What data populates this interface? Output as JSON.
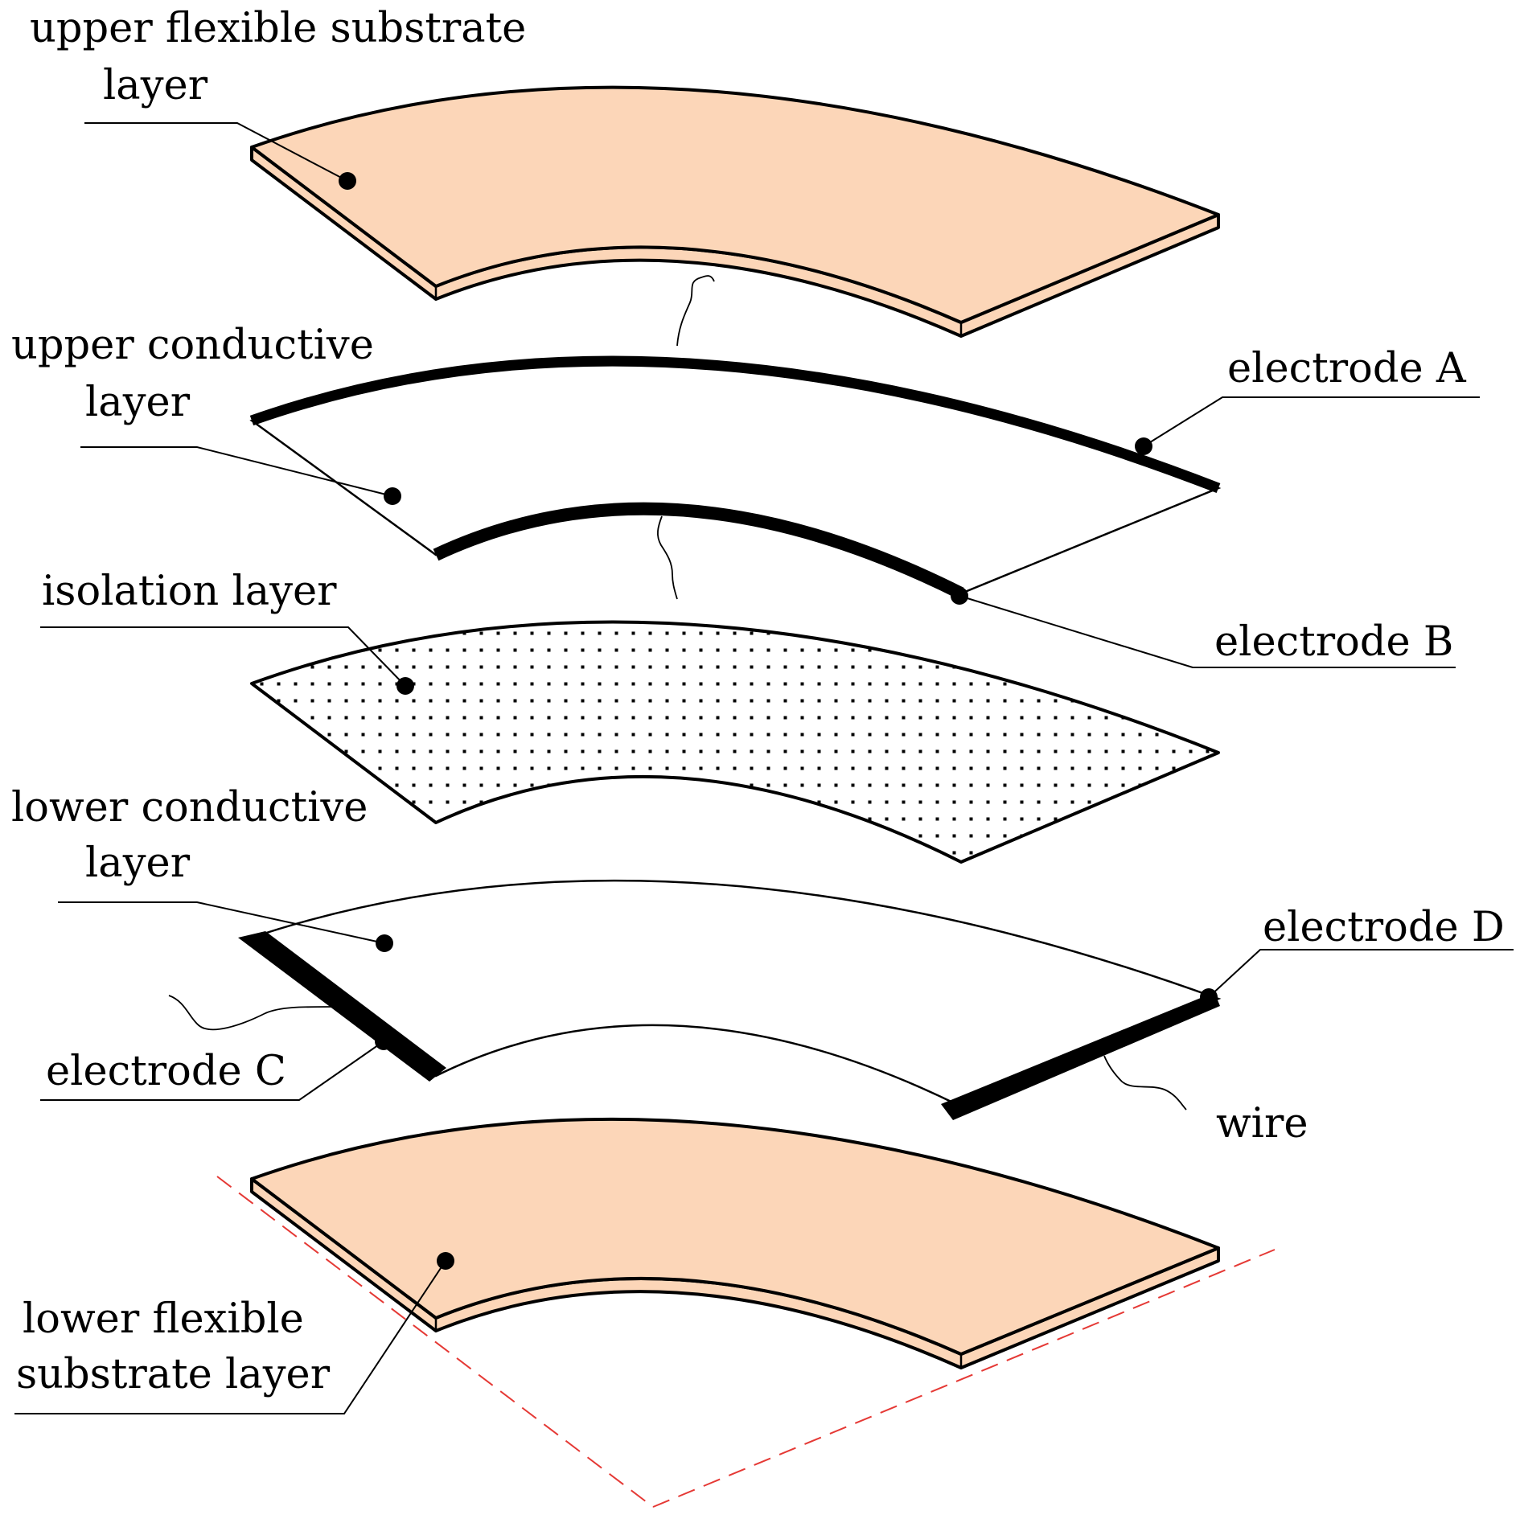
{
  "colors": {
    "substrate": "#fcd6b8",
    "conductive": "#f1f1f1",
    "isolation": "#ffffff",
    "electrode": "#000000",
    "guide_line": "#e53935"
  },
  "labels": {
    "upper_substrate_1": "upper flexible substrate",
    "upper_substrate_2": "layer",
    "upper_conductive_1": "upper conductive",
    "upper_conductive_2": "layer",
    "electrode_a": "electrode A",
    "electrode_b": "electrode B",
    "isolation": "isolation layer",
    "lower_conductive_1": "lower conductive",
    "lower_conductive_2": "layer",
    "electrode_c": "electrode C",
    "electrode_d": "electrode D",
    "wire": "wire",
    "lower_substrate_1": "lower flexible",
    "lower_substrate_2": "substrate layer"
  }
}
